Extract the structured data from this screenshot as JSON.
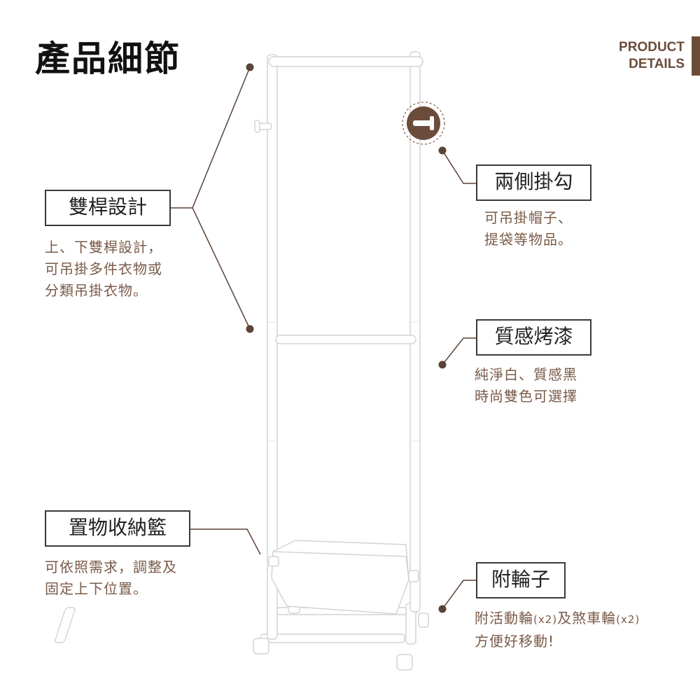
{
  "header": {
    "title": "產品細節",
    "corner_line1": "PRODUCT",
    "corner_line2": "DETAILS"
  },
  "features": {
    "double_rod": {
      "label": "雙桿設計",
      "lines": [
        "上、下雙桿設計，",
        "可吊掛多件衣物或",
        "分類吊掛衣物。"
      ]
    },
    "side_hooks": {
      "label": "兩側掛勾",
      "lines": [
        "可吊掛帽子、",
        "提袋等物品。"
      ]
    },
    "paint": {
      "label": "質感烤漆",
      "lines": [
        "純淨白、質感黑",
        "時尚雙色可選擇"
      ]
    },
    "basket": {
      "label": "置物收納籃",
      "lines": [
        "可依照需求，調整及",
        "固定上下位置。"
      ]
    },
    "wheels": {
      "label": "附輪子",
      "line1_a": "附活動輪",
      "line1_b": "(x2)",
      "line1_c": "及煞車輪",
      "line1_d": "(x2)",
      "line2": "方便好移動!"
    }
  },
  "colors": {
    "accent_brown": "#6b4c3b",
    "text_brown": "#7a5a48",
    "rack_white": "#ffffff",
    "rack_outline": "#d4d4d4"
  }
}
